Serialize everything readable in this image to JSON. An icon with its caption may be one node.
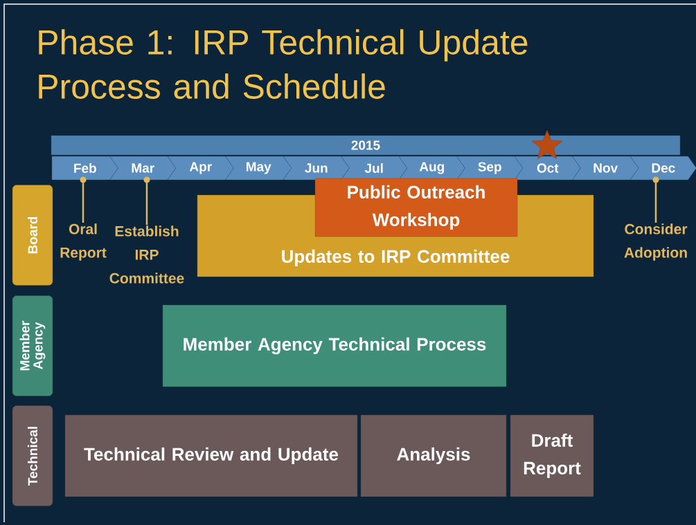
{
  "diagram": {
    "title": "Phase 1: IRP Technical Update Process and Schedule",
    "nodes": [
      {
        "text": [
          "2015"
        ]
      },
      {
        "text": [
          "Feb"
        ]
      },
      {
        "text": [
          "Mar"
        ]
      },
      {
        "text": [
          "Apr"
        ]
      },
      {
        "text": [
          "May"
        ]
      },
      {
        "text": [
          "Jun"
        ]
      },
      {
        "text": [
          "Jul"
        ]
      },
      {
        "text": [
          "Aug"
        ]
      },
      {
        "text": [
          "Sep"
        ]
      },
      {
        "text": [
          "Oct"
        ]
      },
      {
        "text": [
          "Nov"
        ]
      },
      {
        "text": [
          "Dec"
        ]
      },
      {
        "text": [
          "Board"
        ]
      },
      {
        "text": [
          "Member Agency"
        ]
      },
      {
        "text": [
          "Technical"
        ]
      },
      {
        "text": [
          "Oral Report"
        ]
      },
      {
        "text": [
          "Establish IRP Committee"
        ]
      },
      {
        "text": [
          "Updates to IRP Committee"
        ]
      },
      {
        "text": [
          "Public Outreach Workshop"
        ]
      },
      {
        "text": [
          "Consider Adoption"
        ]
      },
      {
        "text": [
          "Member Agency Technical Process"
        ]
      },
      {
        "text": [
          "Technical Review and Update"
        ]
      },
      {
        "text": [
          "Analysis"
        ]
      },
      {
        "text": [
          "Draft Report"
        ]
      },
      {
        "text": [],
        "shape": "star"
      }
    ],
    "edges": [
      {
        "from": 15,
        "to": 1,
        "arrow": "none"
      },
      {
        "from": 16,
        "to": 2,
        "arrow": "none"
      },
      {
        "from": 19,
        "to": 11,
        "arrow": "none"
      }
    ]
  }
}
